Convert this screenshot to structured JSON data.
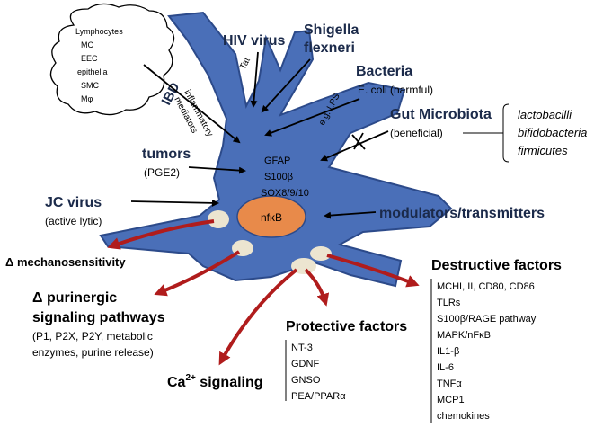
{
  "cloud_cells": [
    "Lymphocytes",
    "MC",
    "EEC",
    "epithelia",
    "SMC",
    "Mφ"
  ],
  "ibd": {
    "label": "IBD",
    "mediators_line1": "inflammatory",
    "mediators_line2": "mediators"
  },
  "hiv": {
    "label": "HIV virus",
    "sub": "Tat"
  },
  "shigella": {
    "line1": "Shigella",
    "line2": "flexneri"
  },
  "bacteria": {
    "label": "Bacteria",
    "sub": "E. coli (harmful)",
    "lps": "e.g. LPS"
  },
  "microbiota": {
    "label": "Gut Microbiota",
    "sub": "(beneficial)",
    "species": [
      "lactobacilli",
      "bifidobacteria",
      "firmicutes"
    ]
  },
  "tumors": {
    "label": "tumors",
    "sub": "(PGE2)"
  },
  "markers": [
    "GFAP",
    "S100β",
    "SOX8/9/10"
  ],
  "jc": {
    "label": "JC virus",
    "sub": "(active lytic)"
  },
  "nucleus": "nfκB",
  "modulators": "modulators/transmitters",
  "mechano": "Δ mechanosensitivity",
  "purinergic": {
    "line1": "Δ purinergic",
    "line2": "signaling pathways",
    "line3": "(P1, P2X, P2Y, metabolic",
    "line4": "enzymes, purine release)"
  },
  "calcium": {
    "base": "Ca",
    "sup": "2+",
    "rest": " signaling"
  },
  "protective": {
    "title": "Protective factors",
    "items": [
      "NT-3",
      "GDNF",
      "GNSO",
      "PEA/PPARα"
    ]
  },
  "destructive": {
    "title": "Destructive factors",
    "items": [
      "MCHI, II, CD80, CD86",
      "TLRs",
      "S100β/RAGE pathway",
      "MAPK/nFκB",
      "IL1-β",
      "IL-6",
      "TNFα",
      "MCP1",
      "chemokines"
    ]
  },
  "colors": {
    "cell_fill": "#4a6fb8",
    "cell_stroke": "#2c4a8a",
    "nucleus_fill": "#e88a4a",
    "arrow_red": "#b01c1c",
    "text_navy": "#1b2a4a"
  }
}
